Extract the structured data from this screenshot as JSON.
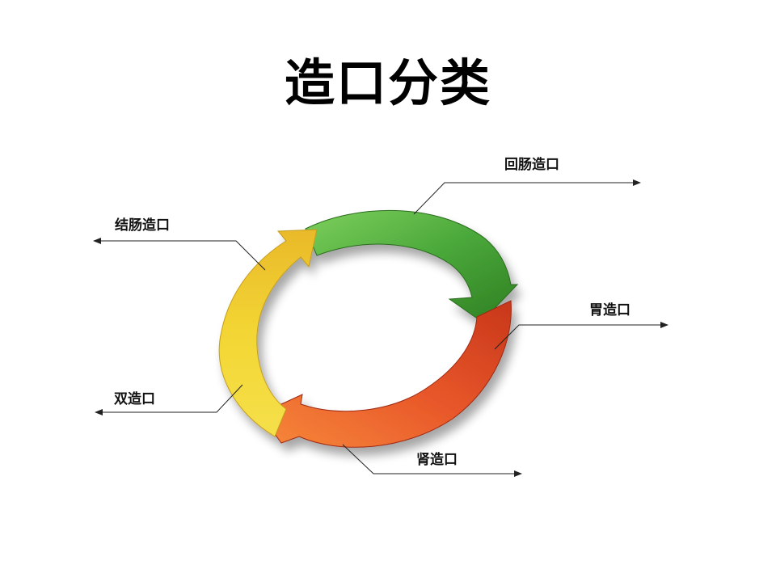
{
  "title": "造口分类",
  "labels": {
    "ileostomy": "回肠造口",
    "colostomy": "结肠造口",
    "gastrostomy": "胃造口",
    "double": "双造口",
    "nephrostomy": "肾造口"
  },
  "colors": {
    "green": "#4aa83a",
    "red_orange": "#e8582a",
    "yellow": "#f3d634",
    "line": "#222222"
  }
}
